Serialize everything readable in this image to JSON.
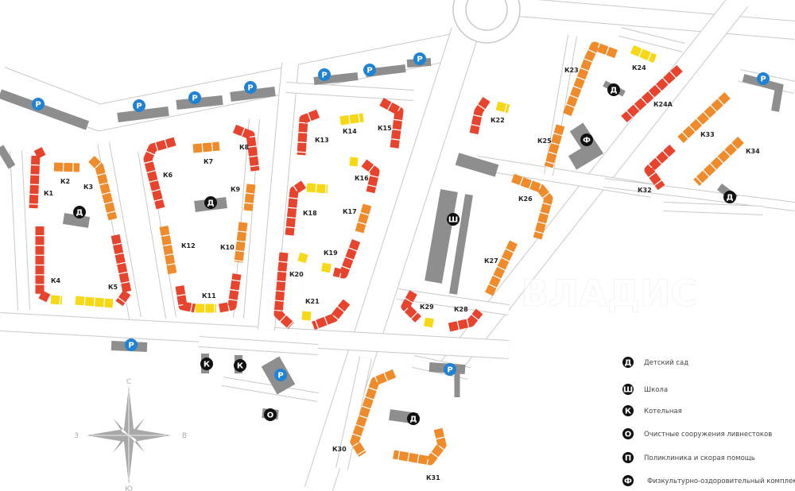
{
  "map": {
    "blocks": [
      "К1",
      "К2",
      "К3",
      "К4",
      "К5",
      "К6",
      "К7",
      "К8",
      "К9",
      "К10",
      "К11",
      "К12",
      "К13",
      "К14",
      "К15",
      "К16",
      "К17",
      "К18",
      "К19",
      "К20",
      "К21",
      "К22",
      "К23",
      "К24",
      "К24А",
      "К25",
      "К26",
      "К27",
      "К28",
      "К29",
      "К30",
      "К31",
      "К32",
      "К33",
      "К34"
    ],
    "markers": {
      "parking": "P",
      "kindergarten": "Д",
      "school": "Ш",
      "boiler": "К",
      "treatment": "О",
      "clinic": "П",
      "sports": "Ф"
    },
    "watermark": "ВЛАДИС",
    "colors": {
      "red": "#e8432d",
      "orange": "#f08b2b",
      "yellow": "#f6d816",
      "grey_building": "#8e8e8e",
      "parking_blue": "#1f82d2",
      "road_outline": "#c9c9c9",
      "marker": "#111111"
    }
  },
  "compass": {
    "north": "С",
    "south": "Ю",
    "east": "В",
    "west": "З"
  },
  "legend": {
    "items": [
      {
        "symbol": "Д",
        "label": "Детский сад"
      },
      {
        "symbol": "Ш",
        "label": "Школа"
      },
      {
        "symbol": "К",
        "label": "Котельная"
      },
      {
        "symbol": "О",
        "label": "Очистные сооружения ливнестоков"
      },
      {
        "symbol": "П",
        "label": "Поликлиника и скорая помощь"
      },
      {
        "symbol": "Ф",
        "label": "Физкультурно-оздоровительный комплекс"
      }
    ]
  }
}
